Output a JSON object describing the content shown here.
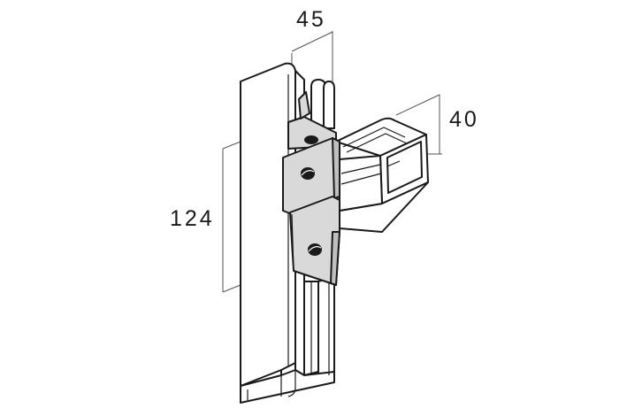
{
  "dimensions": {
    "width_label": "45",
    "depth_label": "40",
    "height_label": "124"
  },
  "colors": {
    "background": "#ffffff",
    "line": "#1a1a1a",
    "bracket_fill": "#d9d9d9",
    "hole_fill": "#1a1a1a",
    "channel_fill": "#ffffff"
  }
}
